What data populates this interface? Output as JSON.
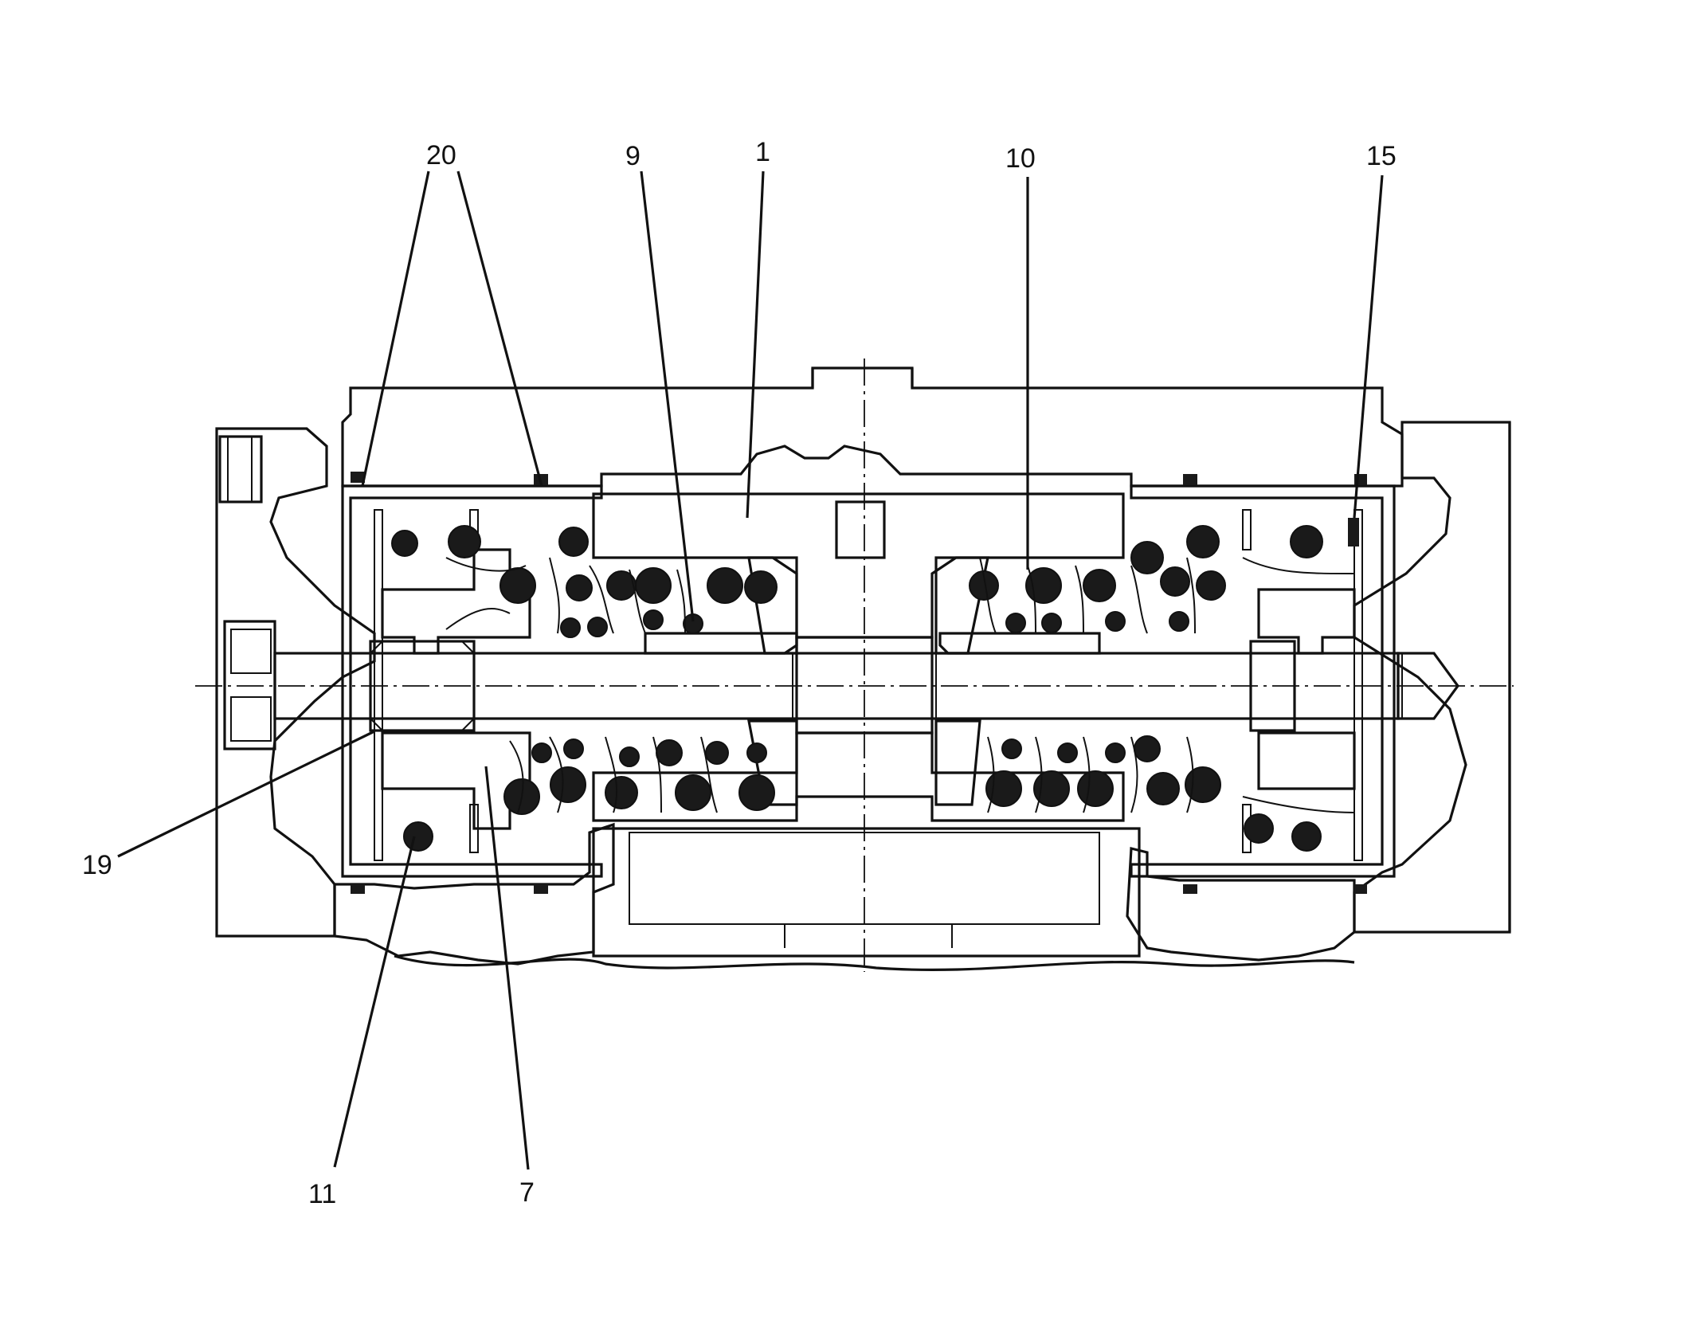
{
  "figure": {
    "kind": "cross-section engineering drawing",
    "hatch_color": "#111111",
    "background": "#ffffff"
  },
  "callouts": [
    {
      "id": "c20",
      "label": "20"
    },
    {
      "id": "c9",
      "label": "9"
    },
    {
      "id": "c1",
      "label": "1"
    },
    {
      "id": "c10",
      "label": "10"
    },
    {
      "id": "c15",
      "label": "15"
    },
    {
      "id": "c19",
      "label": "19"
    },
    {
      "id": "c11",
      "label": "11"
    },
    {
      "id": "c7",
      "label": "7"
    }
  ]
}
